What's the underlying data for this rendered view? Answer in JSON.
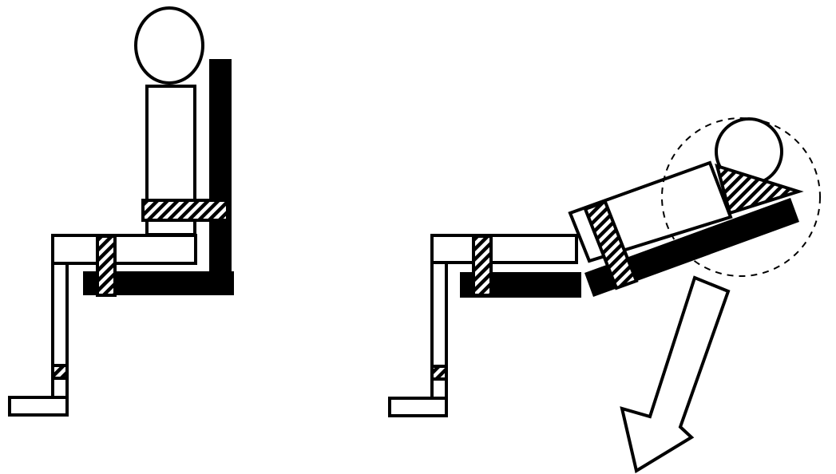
{
  "colors": {
    "background": "#ffffff",
    "outline": "#000000",
    "seat_base": "#000000",
    "hatch": "#000000"
  },
  "panels": [
    {
      "name": "upright-seated-figure",
      "state": "upright"
    },
    {
      "name": "reclined-figure",
      "state": "reclined"
    }
  ],
  "annotations": {
    "focus_region": "dashed-circle",
    "motion": "arrow-down-left"
  },
  "icons": [
    "down-left-arrow-icon"
  ]
}
